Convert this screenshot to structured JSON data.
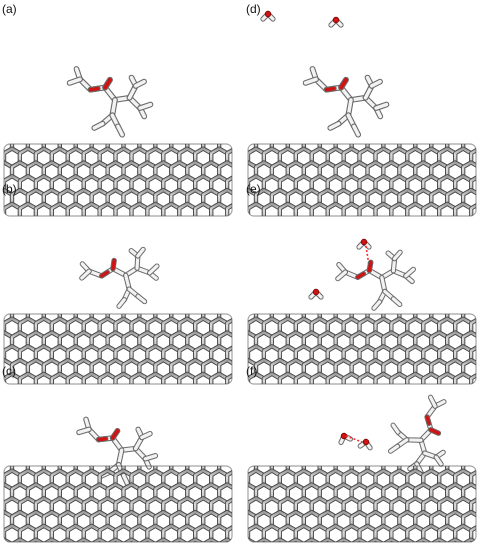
{
  "panels": [
    {
      "id": "a",
      "label": "(a)"
    },
    {
      "id": "b",
      "label": "(b)"
    },
    {
      "id": "c",
      "label": "(c)"
    },
    {
      "id": "d",
      "label": "(d)"
    },
    {
      "id": "e",
      "label": "(e)"
    },
    {
      "id": "f",
      "label": "(f)"
    }
  ],
  "colors": {
    "nanotube_light": "#e6e6e6",
    "nanotube_dark": "#4a4a4a",
    "oxygen": "#d01414",
    "hydrogen_bond": "#ff2a2a",
    "stick_light": "#f2f2f2",
    "stick_dark": "#6a6a6a"
  },
  "icons": {
    "nanotube": "carbon-nanotube-icon",
    "molecule": "organic-molecule-icon",
    "water": "water-molecule-icon"
  }
}
